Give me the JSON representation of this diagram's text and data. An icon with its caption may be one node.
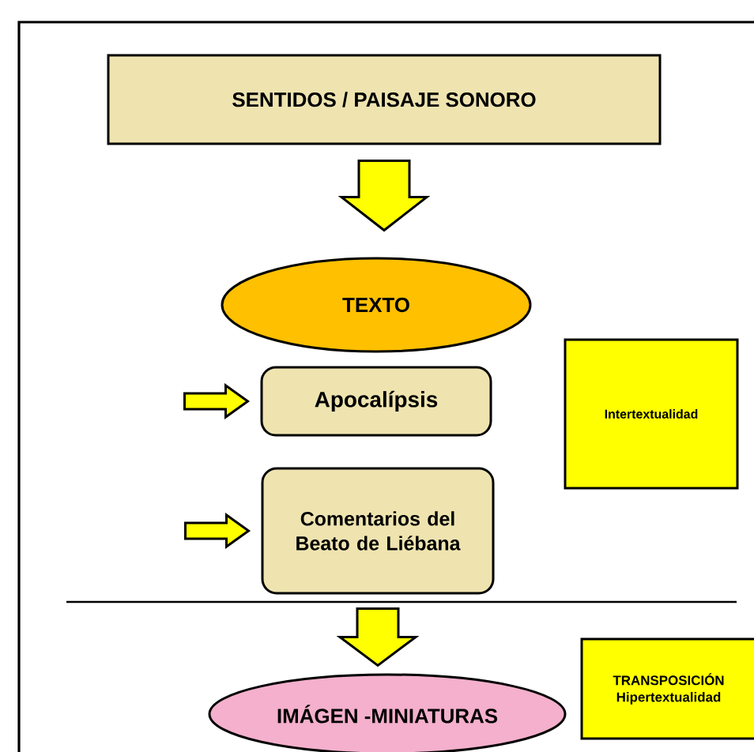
{
  "diagram": {
    "nodes": [
      {
        "text": [
          "SENTIDOS / PAISAJE SONORO"
        ]
      },
      {
        "text": [
          "TEXTO"
        ]
      },
      {
        "text": [
          "Intertextualidad"
        ]
      },
      {
        "text": [
          "Apocalípsis"
        ]
      },
      {
        "text": [
          "Comentarios del Beato de Liébana"
        ]
      },
      {
        "text": [
          "IMÁGEN -MINIATURAS"
        ]
      },
      {
        "text": [
          "TRANSPOSICIÓN",
          "Hipertextualidad"
        ]
      }
    ],
    "edges": [
      {
        "from": 0,
        "to": 1,
        "arrow": "to"
      },
      {
        "from": null,
        "to": 3,
        "arrow": "to"
      },
      {
        "from": null,
        "to": 4,
        "arrow": "to"
      },
      {
        "from": 4,
        "to": 5,
        "arrow": "to"
      }
    ]
  }
}
